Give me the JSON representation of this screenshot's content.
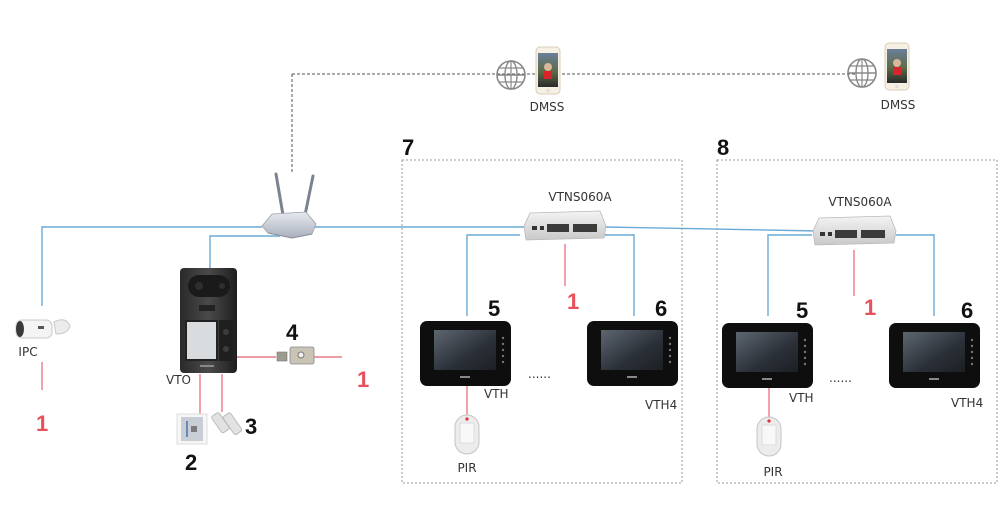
{
  "diagram": {
    "title": "Video intercom network topology",
    "colors": {
      "network_line": "#6aaad6",
      "power_line": "#e87a84",
      "internet_line": "#555555",
      "group_border": "#9a9a9a",
      "number_black": "#111111",
      "number_red": "#e8505b"
    },
    "cloud": {
      "left": {
        "label": "DMSS",
        "icons": [
          "globe-icon",
          "smartphone-icon"
        ]
      },
      "right": {
        "label": "DMSS",
        "icons": [
          "globe-icon",
          "smartphone-icon"
        ]
      }
    },
    "main": {
      "router": {
        "icon": "router-icon"
      },
      "ipc": {
        "label": "IPC",
        "power_number": "1"
      },
      "vto": {
        "label": "VTO"
      },
      "card_reader": {
        "number": "2"
      },
      "door_sensor": {
        "number": "3"
      },
      "lock": {
        "number": "4",
        "power_number": "1"
      }
    },
    "groups": [
      {
        "number": "7",
        "switch_label": "VTNS060A",
        "switch_power_number": "1",
        "vth_left": {
          "label": "VTH",
          "number": "5"
        },
        "vth_right": {
          "label": "VTH4",
          "number": "6"
        },
        "ellipsis": "......",
        "pir_label": "PIR"
      },
      {
        "number": "8",
        "switch_label": "VTNS060A",
        "switch_power_number": "1",
        "vth_left": {
          "label": "VTH",
          "number": "5"
        },
        "vth_right": {
          "label": "VTH4",
          "number": "6"
        },
        "ellipsis": "......",
        "pir_label": "PIR"
      }
    ]
  }
}
